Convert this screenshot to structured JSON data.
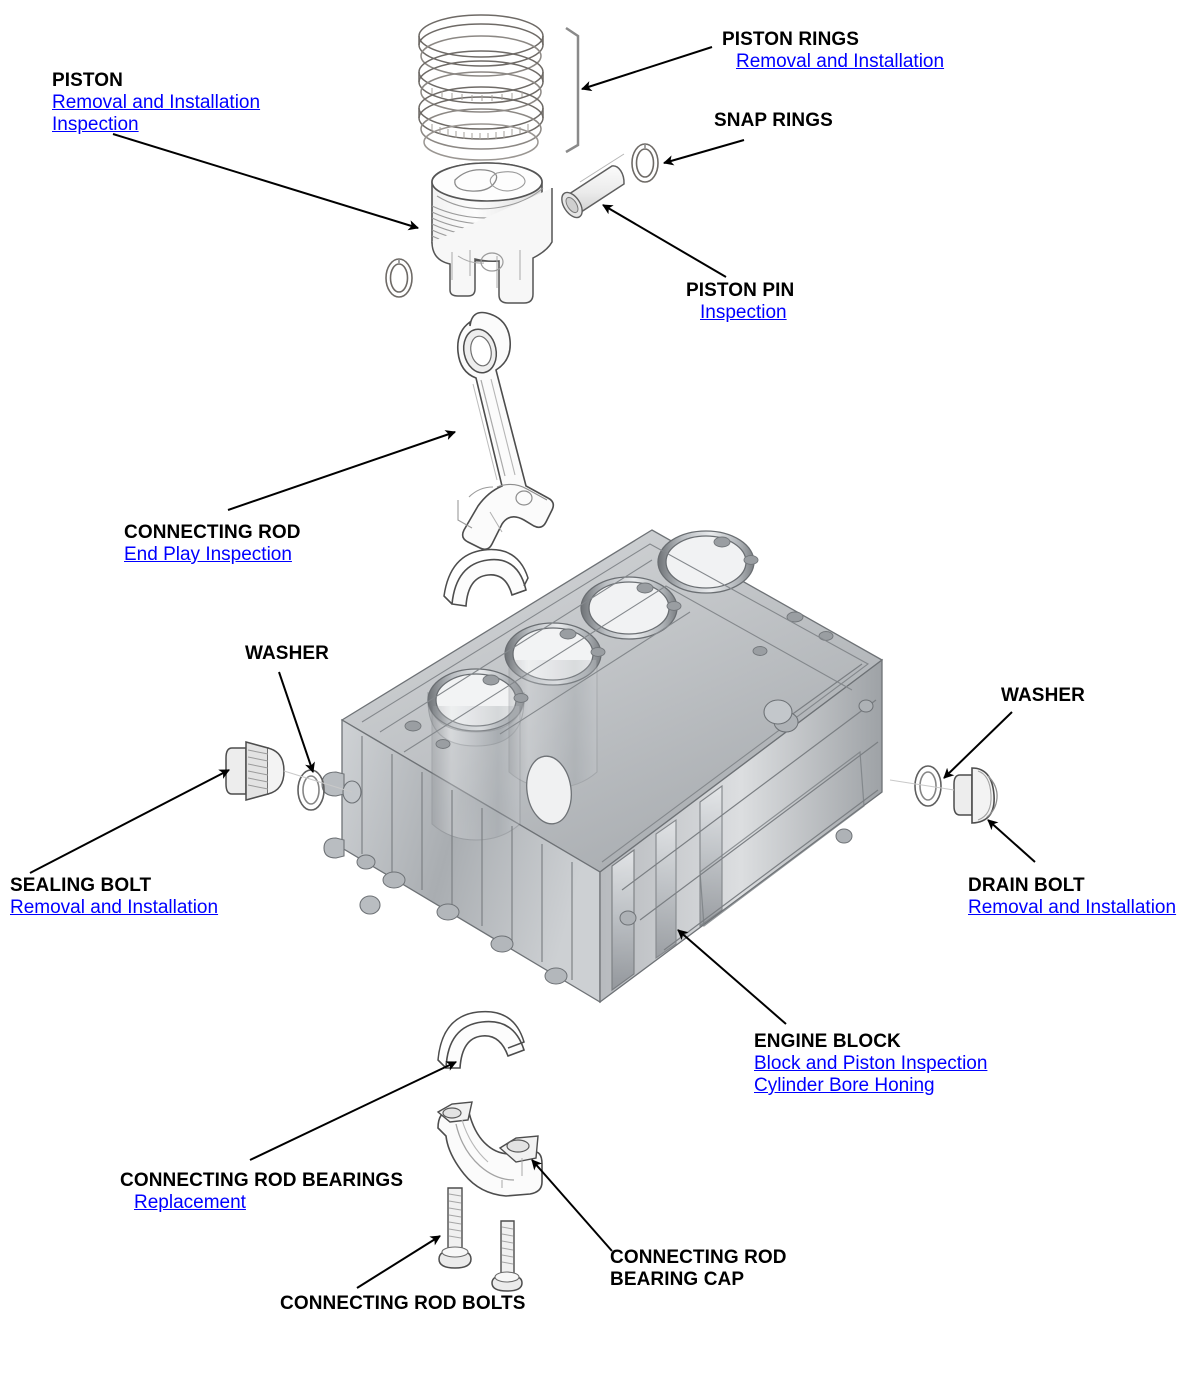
{
  "document": {
    "type": "exploded-parts-diagram",
    "subject": "Engine Block / Piston and Connecting Rod Assembly",
    "link_color": "#0000FF",
    "title_color": "#000000",
    "background": "#FFFFFF"
  },
  "callouts": [
    {
      "id": "piston",
      "title": "PISTON",
      "links": [
        "Removal and Installation",
        "Inspection"
      ]
    },
    {
      "id": "piston-rings",
      "title": "PISTON RINGS",
      "links": [
        "Removal and Installation"
      ]
    },
    {
      "id": "snap-rings",
      "title": "SNAP RINGS",
      "links": []
    },
    {
      "id": "piston-pin",
      "title": "PISTON PIN",
      "links": [
        "Inspection"
      ]
    },
    {
      "id": "connecting-rod",
      "title": "CONNECTING ROD",
      "links": [
        "End Play Inspection"
      ]
    },
    {
      "id": "washer-left",
      "title": "WASHER",
      "links": []
    },
    {
      "id": "washer-right",
      "title": "WASHER",
      "links": []
    },
    {
      "id": "sealing-bolt",
      "title": "SEALING BOLT",
      "links": [
        "Removal and Installation"
      ]
    },
    {
      "id": "drain-bolt",
      "title": "DRAIN BOLT",
      "links": [
        "Removal and Installation"
      ]
    },
    {
      "id": "engine-block",
      "title": "ENGINE BLOCK",
      "links": [
        "Block and Piston Inspection",
        "Cylinder Bore Honing"
      ]
    },
    {
      "id": "connecting-rod-bearings",
      "title": "CONNECTING ROD BEARINGS",
      "links": [
        "Replacement"
      ]
    },
    {
      "id": "connecting-rod-bearing-cap",
      "title": "CONNECTING ROD\nBEARING CAP",
      "links": []
    },
    {
      "id": "connecting-rod-bolts",
      "title": "CONNECTING ROD BOLTS",
      "links": []
    }
  ],
  "parts": [
    {
      "name": "piston-rings",
      "count": 3
    },
    {
      "name": "piston",
      "count": 1
    },
    {
      "name": "snap-rings",
      "count": 2
    },
    {
      "name": "piston-pin",
      "count": 1
    },
    {
      "name": "connecting-rod",
      "count": 1
    },
    {
      "name": "connecting-rod-bearing-upper",
      "count": 1
    },
    {
      "name": "engine-block",
      "count": 1,
      "cylinders": 4
    },
    {
      "name": "sealing-bolt",
      "count": 1
    },
    {
      "name": "washer-left",
      "count": 1
    },
    {
      "name": "washer-right",
      "count": 1
    },
    {
      "name": "drain-bolt",
      "count": 1
    },
    {
      "name": "connecting-rod-bearing-lower",
      "count": 1
    },
    {
      "name": "connecting-rod-bearing-cap",
      "count": 1
    },
    {
      "name": "connecting-rod-bolts",
      "count": 2
    }
  ]
}
